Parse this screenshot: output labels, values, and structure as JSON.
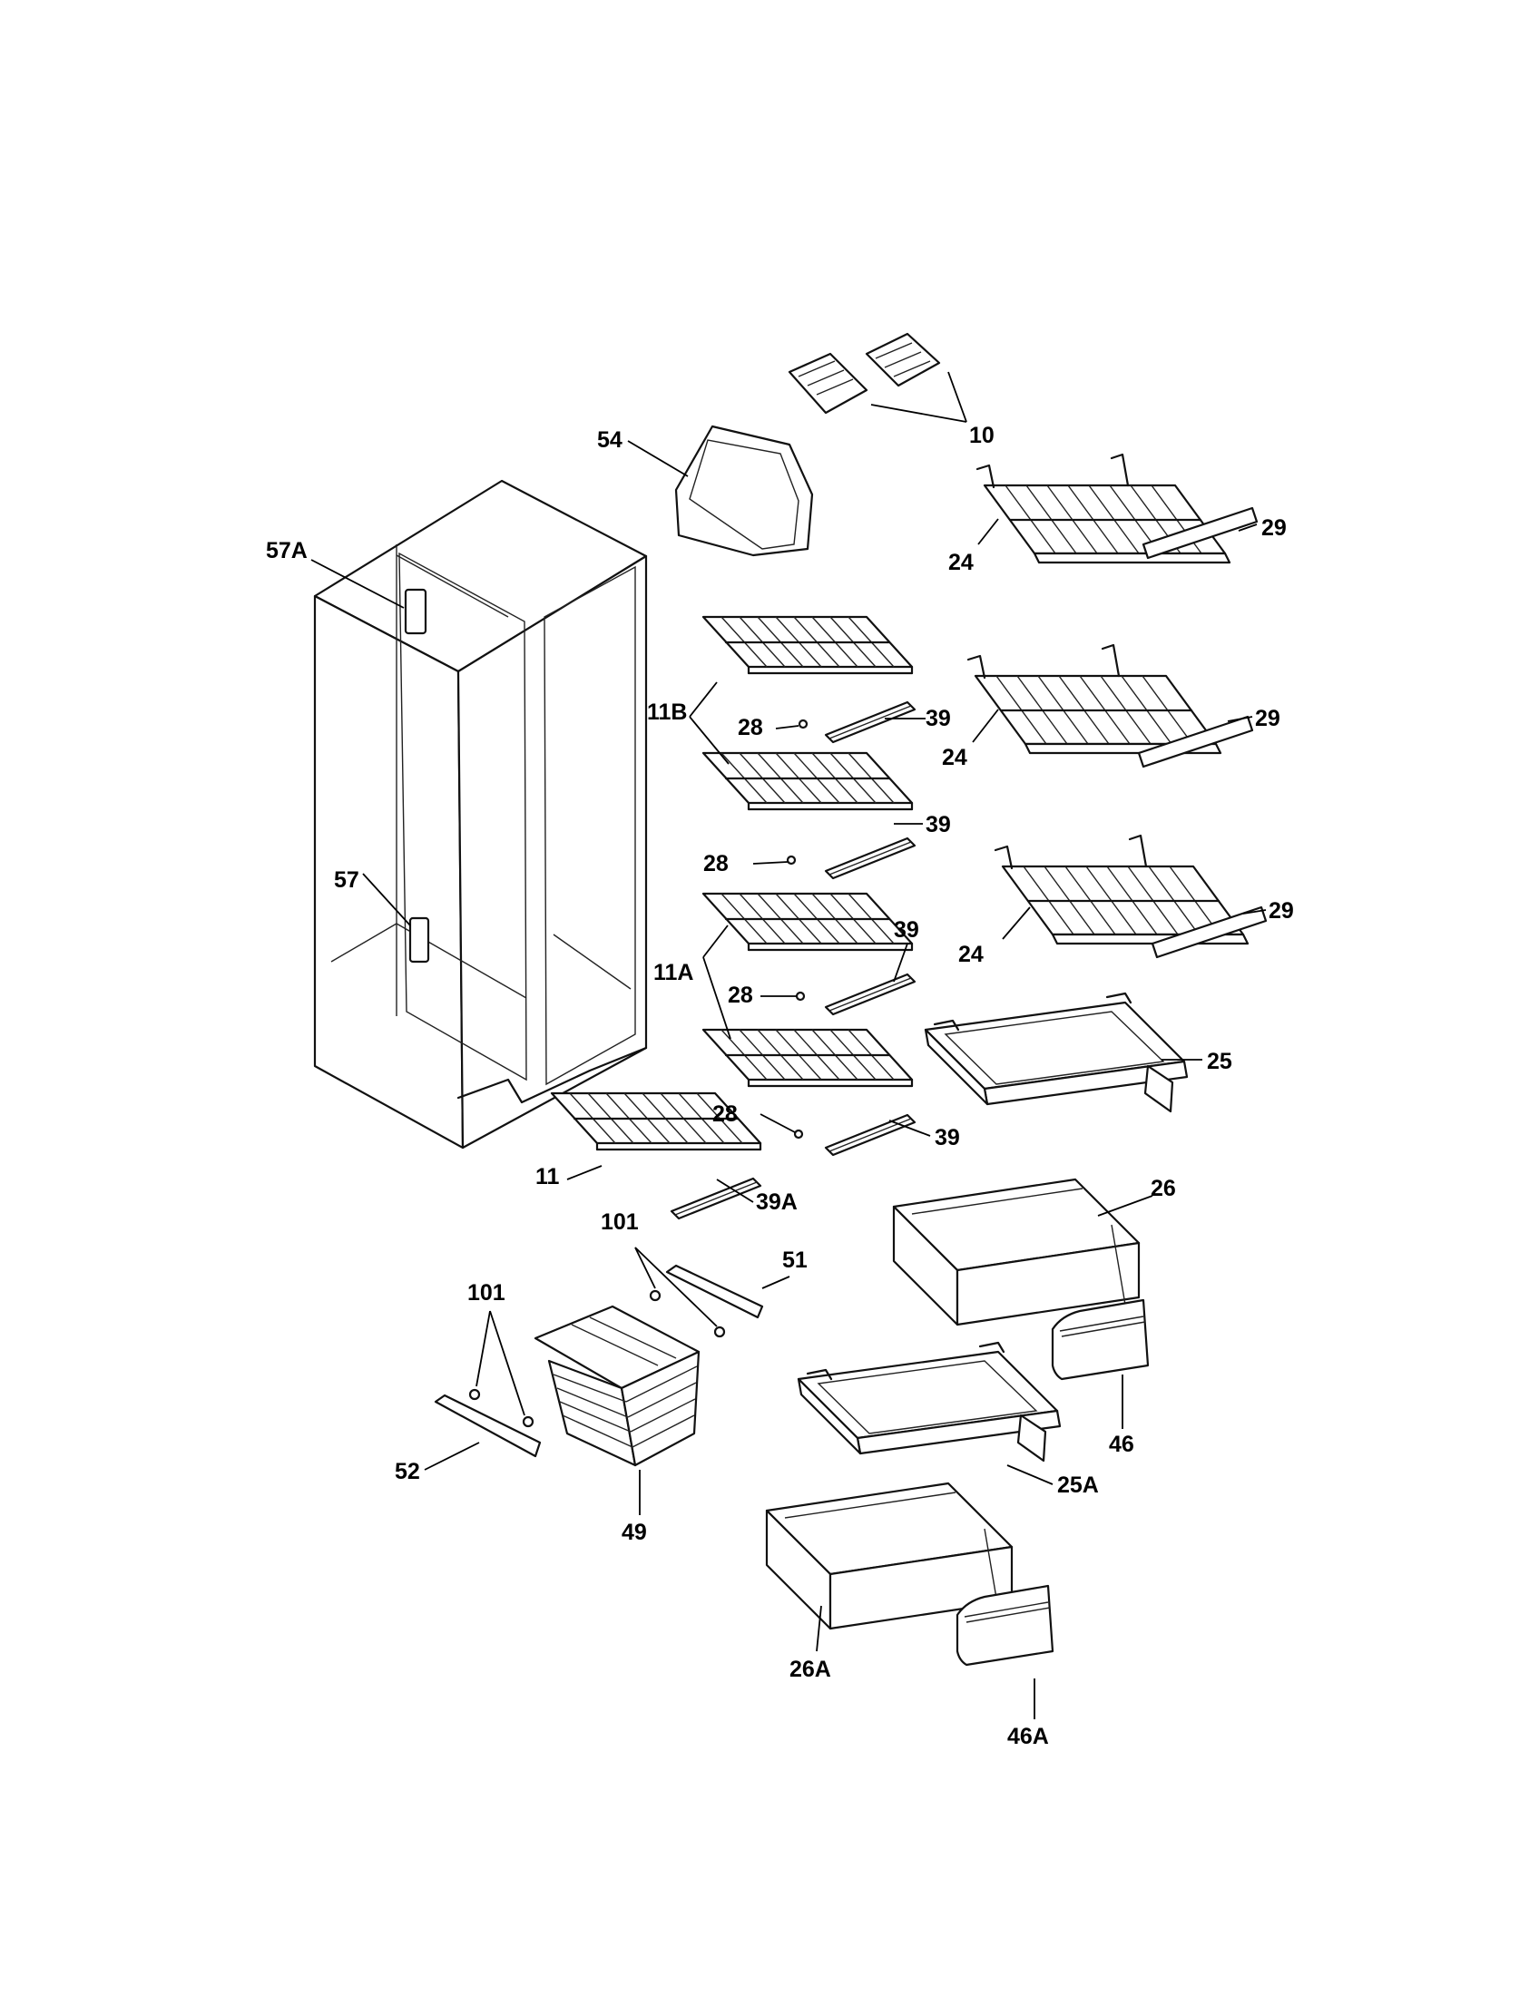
{
  "labels": {
    "p10": "10",
    "p54": "54",
    "p57a": "57A",
    "p29a": "29",
    "p24a": "24",
    "p11b": "11B",
    "p28a": "28",
    "p39a": "39",
    "p24b": "24",
    "p29b": "29",
    "p39b": "39",
    "p28b": "28",
    "p57": "57",
    "p24c": "24",
    "p29c": "29",
    "p39c": "39",
    "p11a": "11A",
    "p28c": "28",
    "p25": "25",
    "p28d": "28",
    "p39d": "39",
    "p11": "11",
    "p39aa": "39A",
    "p26": "26",
    "p101a": "101",
    "p51": "51",
    "p101b": "101",
    "p46": "46",
    "p52": "52",
    "p49": "49",
    "p25a": "25A",
    "p26a": "26A",
    "p46a": "46A"
  }
}
